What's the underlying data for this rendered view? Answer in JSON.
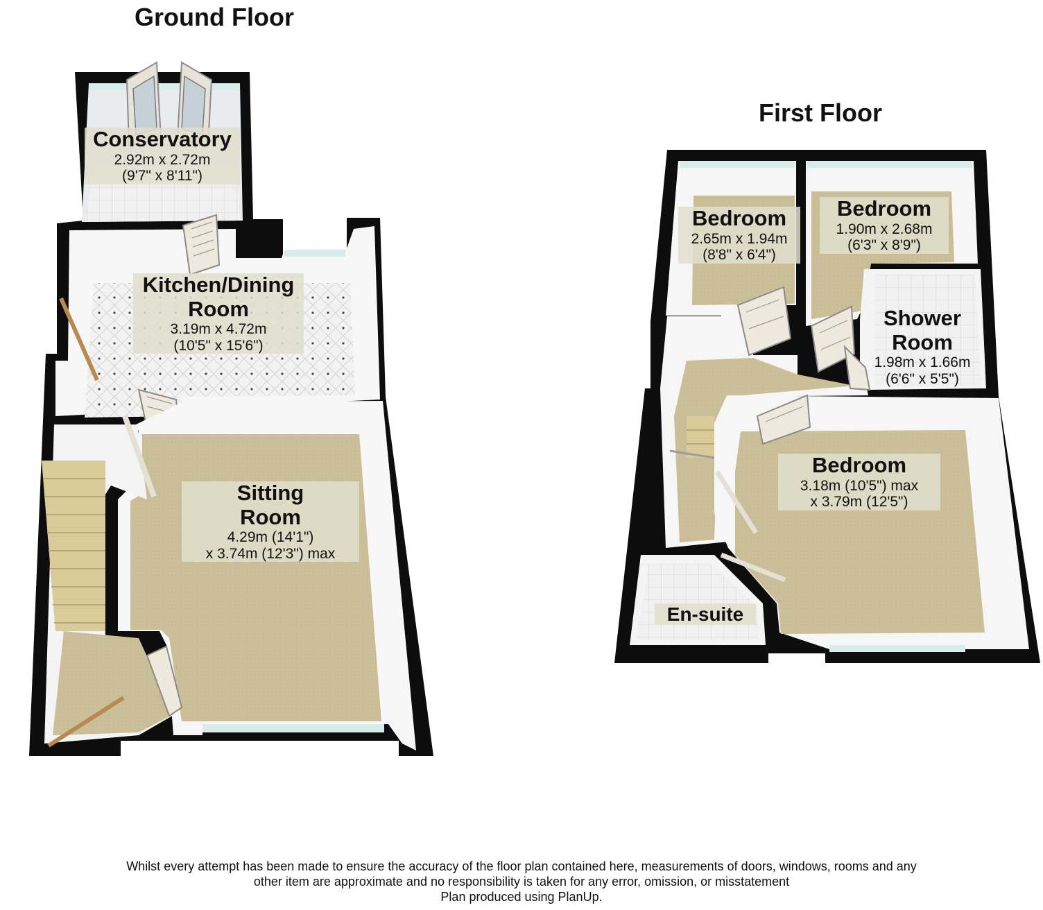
{
  "floors": {
    "ground": {
      "title": "Ground Floor",
      "rooms": {
        "conservatory": {
          "name": "Conservatory",
          "dim1": "2.92m x 2.72m",
          "dim2": "(9'7\" x 8'11\")"
        },
        "kitchen": {
          "name1": "Kitchen/Dining",
          "name2": "Room",
          "dim1": "3.19m x 4.72m",
          "dim2": "(10'5\" x 15'6\")"
        },
        "sitting": {
          "name1": "Sitting",
          "name2": "Room",
          "dim1": "4.29m (14'1\")",
          "dim2": "x 3.74m (12'3\") max"
        }
      }
    },
    "first": {
      "title": "First Floor",
      "rooms": {
        "bedroom_left": {
          "name": "Bedroom",
          "dim1": "2.65m x 1.94m",
          "dim2": "(8'8\" x 6'4\")"
        },
        "bedroom_right": {
          "name": "Bedroom",
          "dim1": "1.90m x 2.68m",
          "dim2": "(6'3\" x 8'9\")"
        },
        "shower": {
          "name1": "Shower",
          "name2": "Room",
          "dim1": "1.98m x 1.66m",
          "dim2": "(6'6\" x 5'5\")"
        },
        "bedroom_main": {
          "name": "Bedroom",
          "dim1": "3.18m (10'5\") max",
          "dim2": "x 3.79m (12'5\")"
        },
        "ensuite": {
          "name": "En-suite"
        }
      }
    }
  },
  "disclaimer": {
    "line1": "Whilst every attempt has been made to ensure the accuracy of the floor plan contained here, measurements of doors, windows, rooms and any",
    "line2": "other item are approximate and no responsibility is taken for any error, omission, or misstatement",
    "line3": "Plan produced using PlanUp."
  },
  "colors": {
    "wall": "#0d0d0d",
    "carpet": "#c9bd98",
    "tile": "#ededed",
    "inner_wall": "#f6f6f6",
    "window": "#cfe7e3",
    "door": "#ece6da",
    "stair": "#d8c99a"
  }
}
